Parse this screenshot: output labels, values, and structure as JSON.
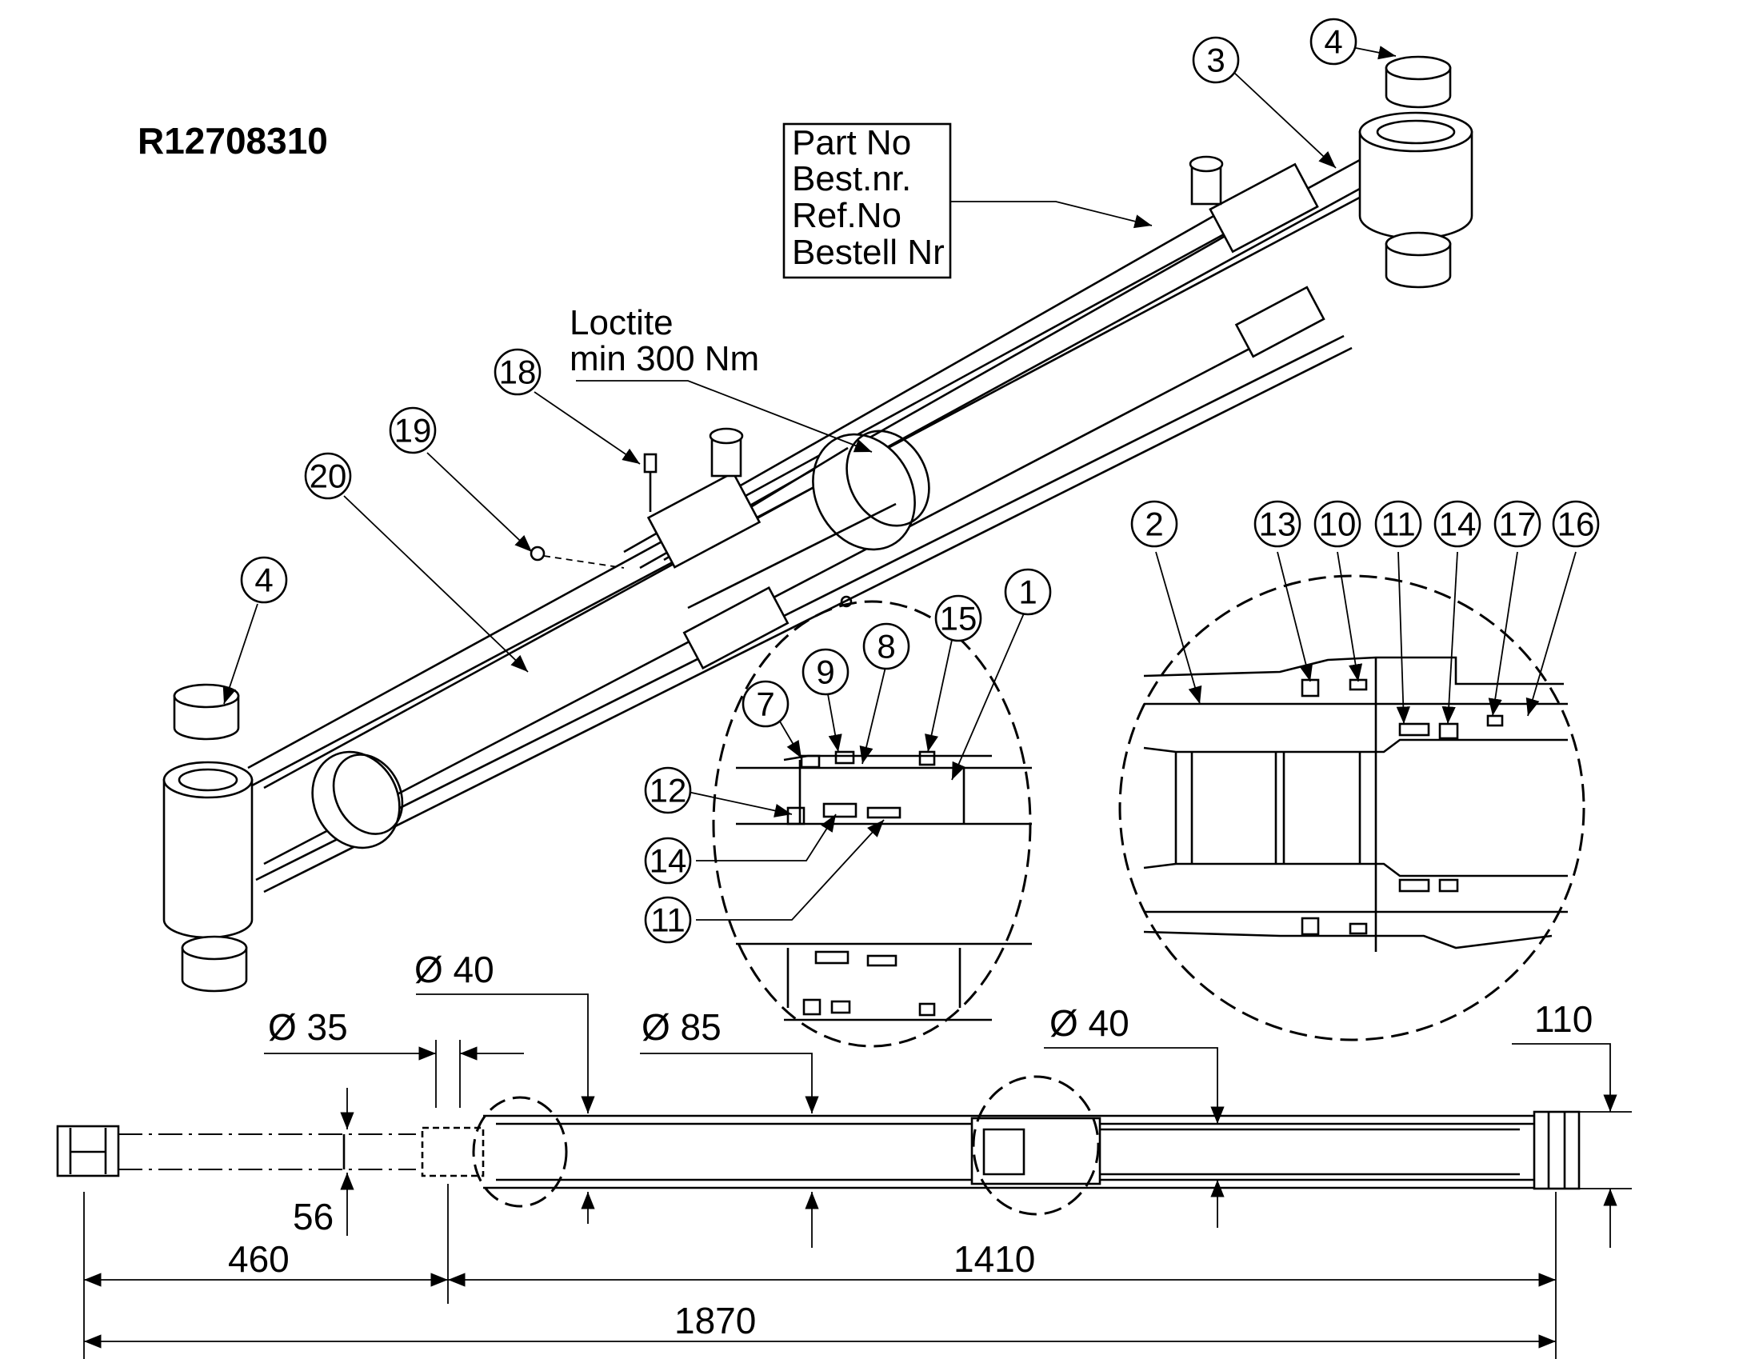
{
  "drawing_number": "R12708310",
  "part_label": {
    "lines": [
      "Part No",
      "Best.nr.",
      "Ref.No",
      "Bestell Nr"
    ]
  },
  "note": {
    "line1": "Loctite",
    "line2": "min 300 Nm"
  },
  "balloons": {
    "b1": "1",
    "b2": "2",
    "b3": "3",
    "b4a": "4",
    "b4b": "4",
    "b7": "7",
    "b8": "8",
    "b9": "9",
    "b10": "10",
    "b11a": "11",
    "b11b": "11",
    "b12": "12",
    "b13": "13",
    "b14a": "14",
    "b14b": "14",
    "b15": "15",
    "b16": "16",
    "b17": "17",
    "b18": "18",
    "b19": "19",
    "b20": "20"
  },
  "dimensions": {
    "d35": "Ø 35",
    "d40a": "Ø 40",
    "d85": "Ø 85",
    "d40b": "Ø 40",
    "d56": "56",
    "d110": "110",
    "d460": "460",
    "d1410": "1410",
    "d1870": "1870"
  },
  "colors": {
    "ink": "#000000",
    "paper": "#ffffff"
  }
}
